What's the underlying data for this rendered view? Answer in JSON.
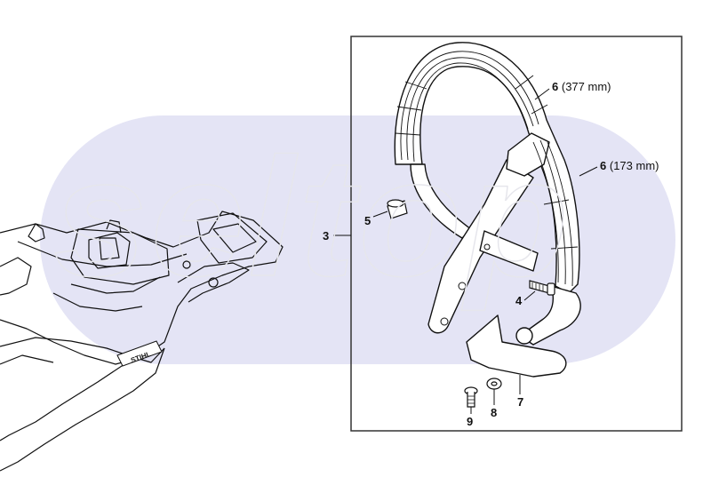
{
  "watermark": {
    "text": "seltop",
    "band_color": "#e4e4f5"
  },
  "callouts": {
    "c3": {
      "number": "3",
      "extra": ""
    },
    "c4": {
      "number": "4",
      "extra": ""
    },
    "c5": {
      "number": "5",
      "extra": ""
    },
    "c6a": {
      "number": "6",
      "extra": "(377 mm)"
    },
    "c6b": {
      "number": "6",
      "extra": "(173 mm)"
    },
    "c7": {
      "number": "7",
      "extra": ""
    },
    "c8": {
      "number": "8",
      "extra": ""
    },
    "c9": {
      "number": "9",
      "extra": ""
    }
  },
  "chainsaw_logo_text": "STIHL",
  "colors": {
    "line": "#111111",
    "box": "#333333"
  }
}
